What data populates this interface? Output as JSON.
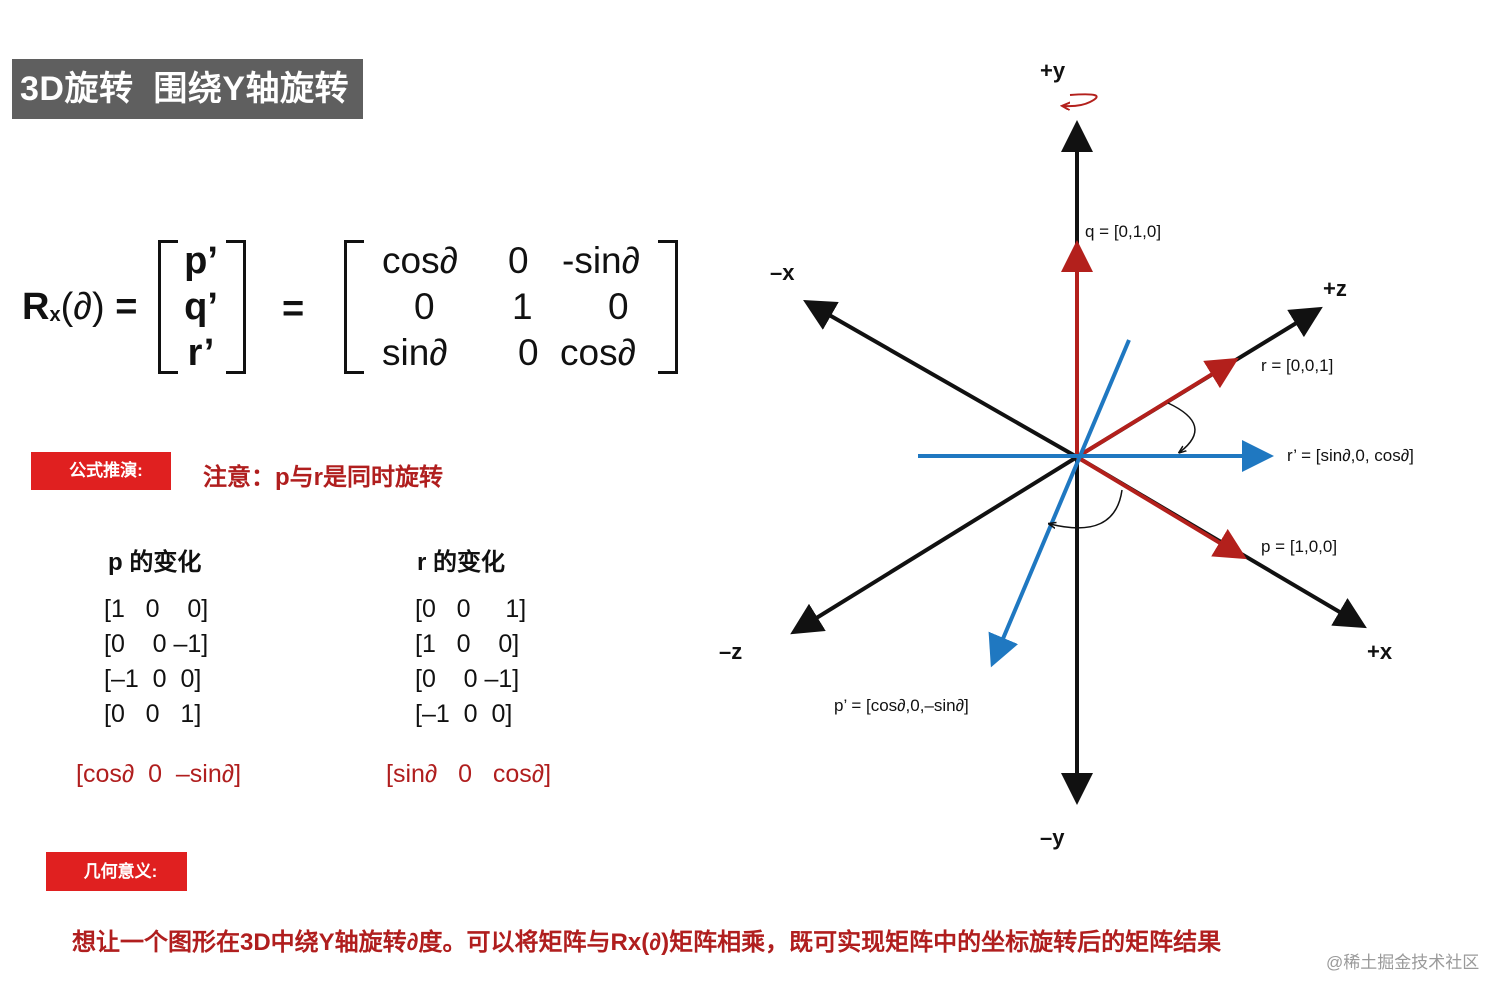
{
  "header": {
    "title": "3D旋转  围绕Y轴旋转"
  },
  "formula": {
    "lhs": "R",
    "lhs_sub": "x",
    "lhs_arg": "(∂)",
    "eq": "=",
    "vector": [
      "p’",
      "q’",
      "r’"
    ],
    "eq2": "=",
    "matrix": [
      [
        "cos∂",
        "0",
        "-sin∂"
      ],
      [
        "0",
        "1",
        "0"
      ],
      [
        "sin∂",
        "0",
        "cos∂"
      ]
    ]
  },
  "derivation": {
    "tag_label": "公式推演:",
    "note": "注意：p与r是同时旋转",
    "p_column": {
      "heading": "p 的变化",
      "rows": [
        "[1   0    0]",
        "[0    0 –1]",
        "[–1  0  0]",
        "[0   0   1]"
      ],
      "result": "[cos∂  0  –sin∂]"
    },
    "r_column": {
      "heading": "r 的变化",
      "rows": [
        "[0   0     1]",
        "[1   0    0]",
        "[0    0 –1]",
        "[–1  0  0]"
      ],
      "result": "[sin∂   0   cos∂]"
    }
  },
  "meaning": {
    "tag_label": "几何意义:",
    "text": "想让一个图形在3D中绕Y轴旋转∂度。可以将矩阵与Rx(∂)矩阵相乘，既可实现矩阵中的坐标旋转后的矩阵结果"
  },
  "watermark": "@稀土掘金技术社区",
  "diagram": {
    "colors": {
      "axis": "#111111",
      "original": "#b3201c",
      "rotated": "#1f78c1"
    },
    "axis_labels": {
      "pos_y": "+y",
      "neg_y": "–y",
      "pos_x": "+x",
      "neg_x": "–x",
      "pos_z": "+z",
      "neg_z": "–z"
    },
    "vector_labels": {
      "q": "q = [0,1,0]",
      "r": "r = [0,0,1]",
      "r_prime": "r’ = [sin∂,0, cos∂]",
      "p": "p = [1,0,0]",
      "p_prime": "p’ = [cos∂,0,–sin∂]"
    }
  }
}
